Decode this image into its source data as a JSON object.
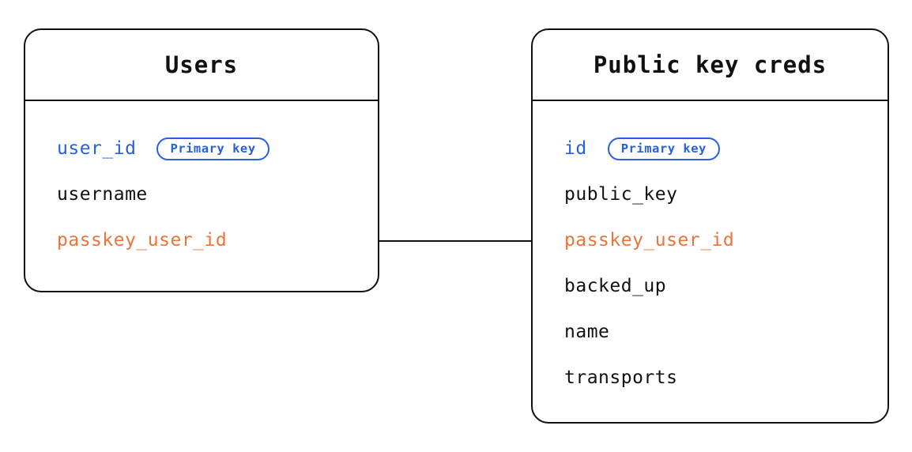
{
  "diagram": {
    "colors": {
      "primary_blue": "#2760e0",
      "foreign_orange": "#e8743a",
      "text": "#111111"
    },
    "tables": [
      {
        "title": "Users",
        "fields": [
          {
            "name": "user_id",
            "role": "primary-key",
            "badge": "Primary key"
          },
          {
            "name": "username",
            "role": "normal"
          },
          {
            "name": "passkey_user_id",
            "role": "foreign-key"
          }
        ]
      },
      {
        "title": "Public key creds",
        "fields": [
          {
            "name": "id",
            "role": "primary-key",
            "badge": "Primary key"
          },
          {
            "name": "public_key",
            "role": "normal"
          },
          {
            "name": "passkey_user_id",
            "role": "foreign-key"
          },
          {
            "name": "backed_up",
            "role": "normal"
          },
          {
            "name": "name",
            "role": "normal"
          },
          {
            "name": "transports",
            "role": "normal"
          }
        ]
      }
    ],
    "relationship": {
      "from": "Users.passkey_user_id",
      "to": "Public key creds"
    }
  }
}
